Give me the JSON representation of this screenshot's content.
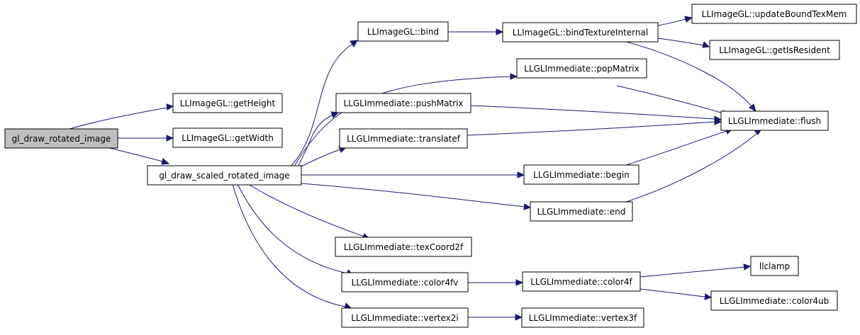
{
  "diagram": {
    "colors": {
      "edge": "#191970",
      "root_fill": "#bfbfbf",
      "node_fill": "#ffffff",
      "border": "#000000"
    },
    "nodes": [
      {
        "id": "root",
        "label": "gl_draw_rotated_image"
      },
      {
        "id": "getHeight",
        "label": "LLImageGL::getHeight"
      },
      {
        "id": "getWidth",
        "label": "LLImageGL::getWidth"
      },
      {
        "id": "scaled",
        "label": "gl_draw_scaled_rotated_image"
      },
      {
        "id": "bind",
        "label": "LLImageGL::bind"
      },
      {
        "id": "popMatrix",
        "label": "LLGLImmediate::popMatrix"
      },
      {
        "id": "pushMatrix",
        "label": "LLGLImmediate::pushMatrix"
      },
      {
        "id": "translatef",
        "label": "LLGLImmediate::translatef"
      },
      {
        "id": "begin",
        "label": "LLGLImmediate::begin"
      },
      {
        "id": "end",
        "label": "LLGLImmediate::end"
      },
      {
        "id": "texCoord2f",
        "label": "LLGLImmediate::texCoord2f"
      },
      {
        "id": "color4fv",
        "label": "LLGLImmediate::color4fv"
      },
      {
        "id": "vertex2i",
        "label": "LLGLImmediate::vertex2i"
      },
      {
        "id": "bindTextureInternal",
        "label": "LLImageGL::bindTextureInternal"
      },
      {
        "id": "updateBoundTexMem",
        "label": "LLImageGL::updateBoundTexMem"
      },
      {
        "id": "getIsResident",
        "label": "LLImageGL::getIsResident"
      },
      {
        "id": "flush",
        "label": "LLGLImmediate::flush"
      },
      {
        "id": "color4f",
        "label": "LLGLImmediate::color4f"
      },
      {
        "id": "llclamp",
        "label": "llclamp"
      },
      {
        "id": "color4ub",
        "label": "LLGLImmediate::color4ub"
      },
      {
        "id": "vertex3f",
        "label": "LLGLImmediate::vertex3f"
      }
    ],
    "edges": [
      {
        "from": "root",
        "to": "getHeight"
      },
      {
        "from": "root",
        "to": "getWidth"
      },
      {
        "from": "root",
        "to": "scaled"
      },
      {
        "from": "scaled",
        "to": "bind"
      },
      {
        "from": "scaled",
        "to": "popMatrix"
      },
      {
        "from": "scaled",
        "to": "pushMatrix"
      },
      {
        "from": "scaled",
        "to": "translatef"
      },
      {
        "from": "scaled",
        "to": "begin"
      },
      {
        "from": "scaled",
        "to": "end"
      },
      {
        "from": "scaled",
        "to": "texCoord2f"
      },
      {
        "from": "scaled",
        "to": "color4fv"
      },
      {
        "from": "scaled",
        "to": "vertex2i"
      },
      {
        "from": "bind",
        "to": "bindTextureInternal"
      },
      {
        "from": "bindTextureInternal",
        "to": "updateBoundTexMem"
      },
      {
        "from": "bindTextureInternal",
        "to": "getIsResident"
      },
      {
        "from": "bindTextureInternal",
        "to": "flush"
      },
      {
        "from": "popMatrix",
        "to": "flush"
      },
      {
        "from": "pushMatrix",
        "to": "flush"
      },
      {
        "from": "translatef",
        "to": "flush"
      },
      {
        "from": "begin",
        "to": "flush"
      },
      {
        "from": "end",
        "to": "flush"
      },
      {
        "from": "color4fv",
        "to": "color4f"
      },
      {
        "from": "color4f",
        "to": "llclamp"
      },
      {
        "from": "color4f",
        "to": "color4ub"
      },
      {
        "from": "vertex2i",
        "to": "vertex3f"
      }
    ]
  }
}
